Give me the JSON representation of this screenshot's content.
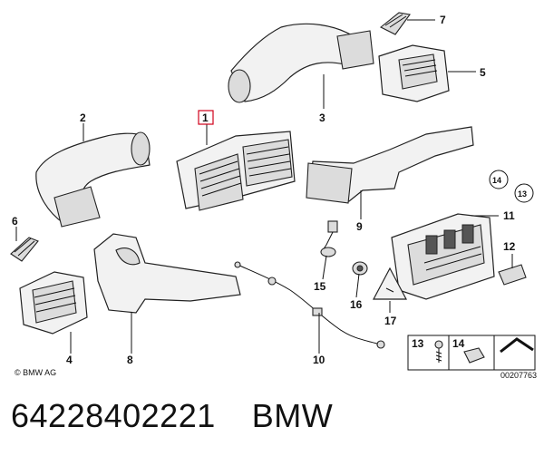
{
  "diagram": {
    "copyright": "© BMW AG",
    "ref_code": "00207763",
    "callouts": [
      "1",
      "2",
      "3",
      "4",
      "5",
      "6",
      "7",
      "8",
      "9",
      "10",
      "11",
      "12",
      "13",
      "14",
      "15",
      "16",
      "17"
    ],
    "circled": [
      "14",
      "13"
    ],
    "legend": {
      "left": "13",
      "right": "14"
    }
  },
  "footer": {
    "part_number": "64228402221",
    "brand": "BMW"
  }
}
